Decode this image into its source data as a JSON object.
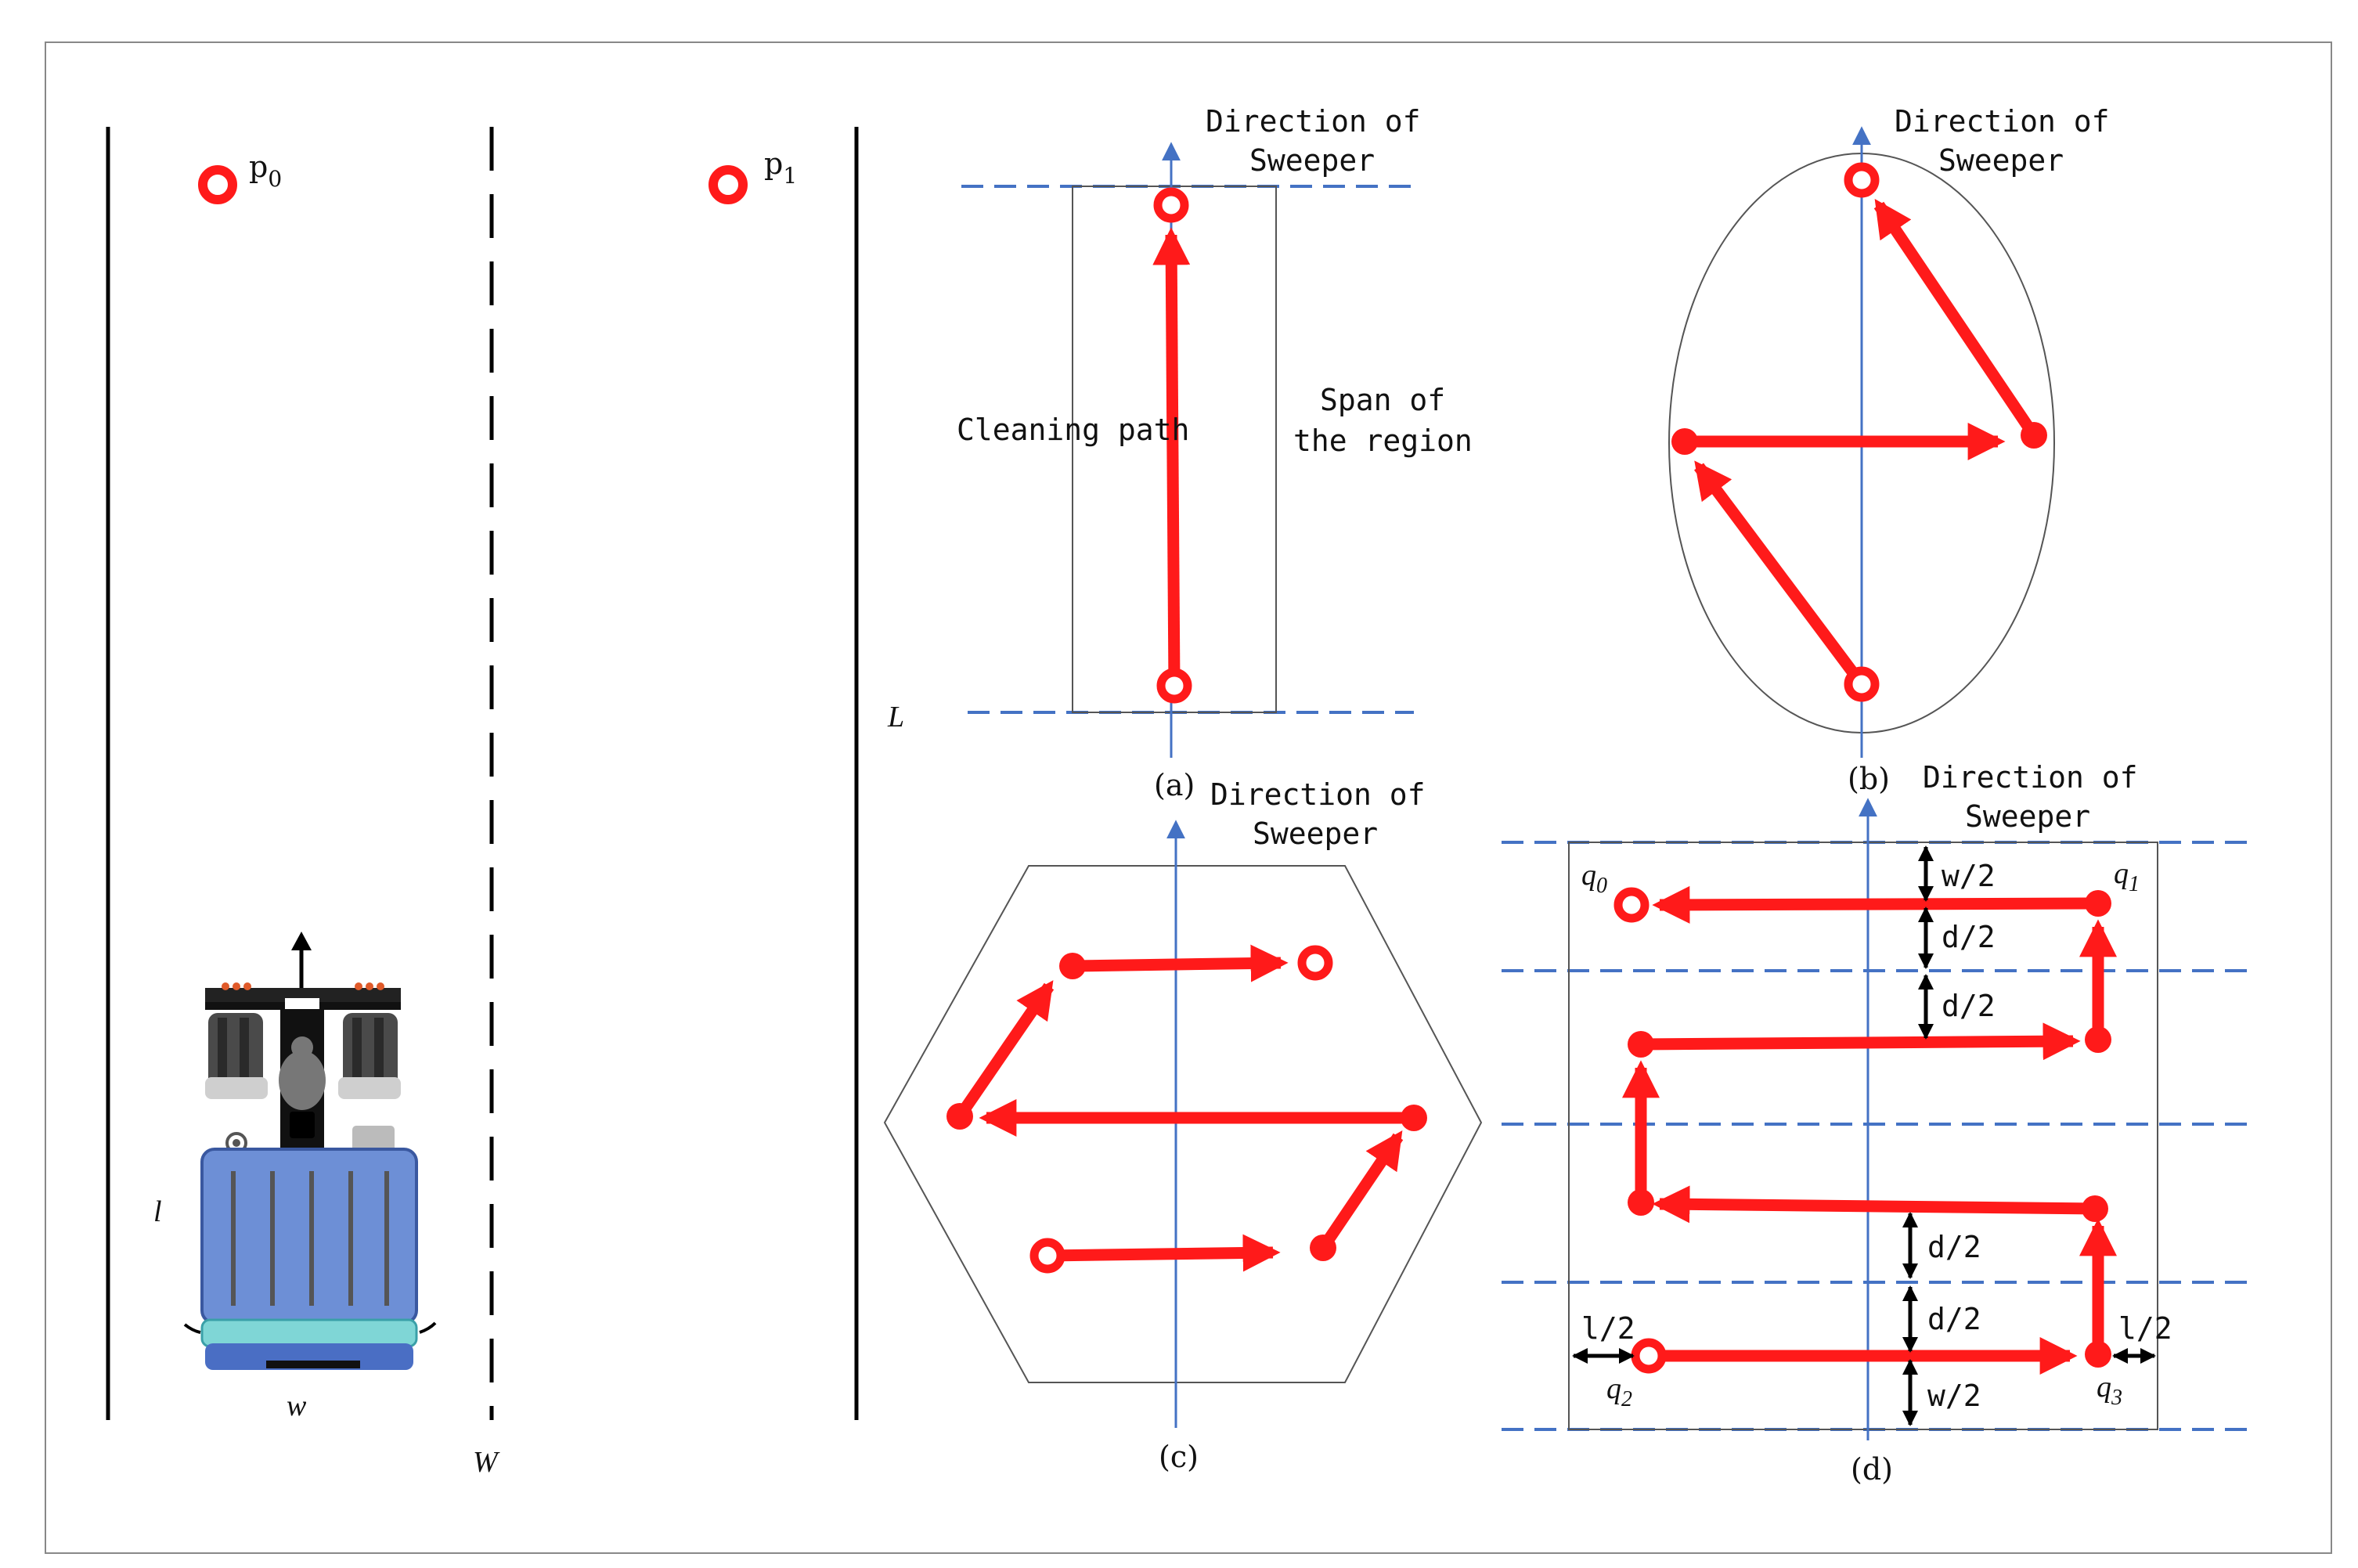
{
  "colors": {
    "path": "#ff1a1a",
    "axis": "#4472c4",
    "outline": "#555555",
    "ink": "#000000",
    "robot_body": "#6d8fd6",
    "robot_base": "#7fd6d6"
  },
  "left_panel": {
    "p0": "p",
    "p0_sub": "0",
    "p1": "p",
    "p1_sub": "1",
    "l_label": "l",
    "w_label": "w",
    "W_label": "W"
  },
  "panel_a": {
    "direction_line1": "Direction of",
    "direction_line2": "Sweeper",
    "cleaning_path": "Cleaning path",
    "span_line1": "Span of",
    "span_line2": "the region",
    "L_label": "L",
    "caption": "(a)"
  },
  "panel_b": {
    "direction_line1": "Direction of",
    "direction_line2": "Sweeper",
    "caption": "(b)"
  },
  "panel_c": {
    "direction_line1": "Direction of",
    "direction_line2": "Sweeper",
    "caption": "(c)"
  },
  "panel_d": {
    "direction_line1": "Direction of",
    "direction_line2": "Sweeper",
    "q0": "q",
    "q0_sub": "0",
    "q1": "q",
    "q1_sub": "1",
    "q2": "q",
    "q2_sub": "2",
    "q3": "q",
    "q3_sub": "3",
    "w2_top": "w/2",
    "d2_a": "d/2",
    "d2_b": "d/2",
    "d2_c": "d/2",
    "d2_d": "d/2",
    "w2_bottom": "w/2",
    "l2_left": "l/2",
    "l2_right": "l/2",
    "caption": "(d)"
  }
}
